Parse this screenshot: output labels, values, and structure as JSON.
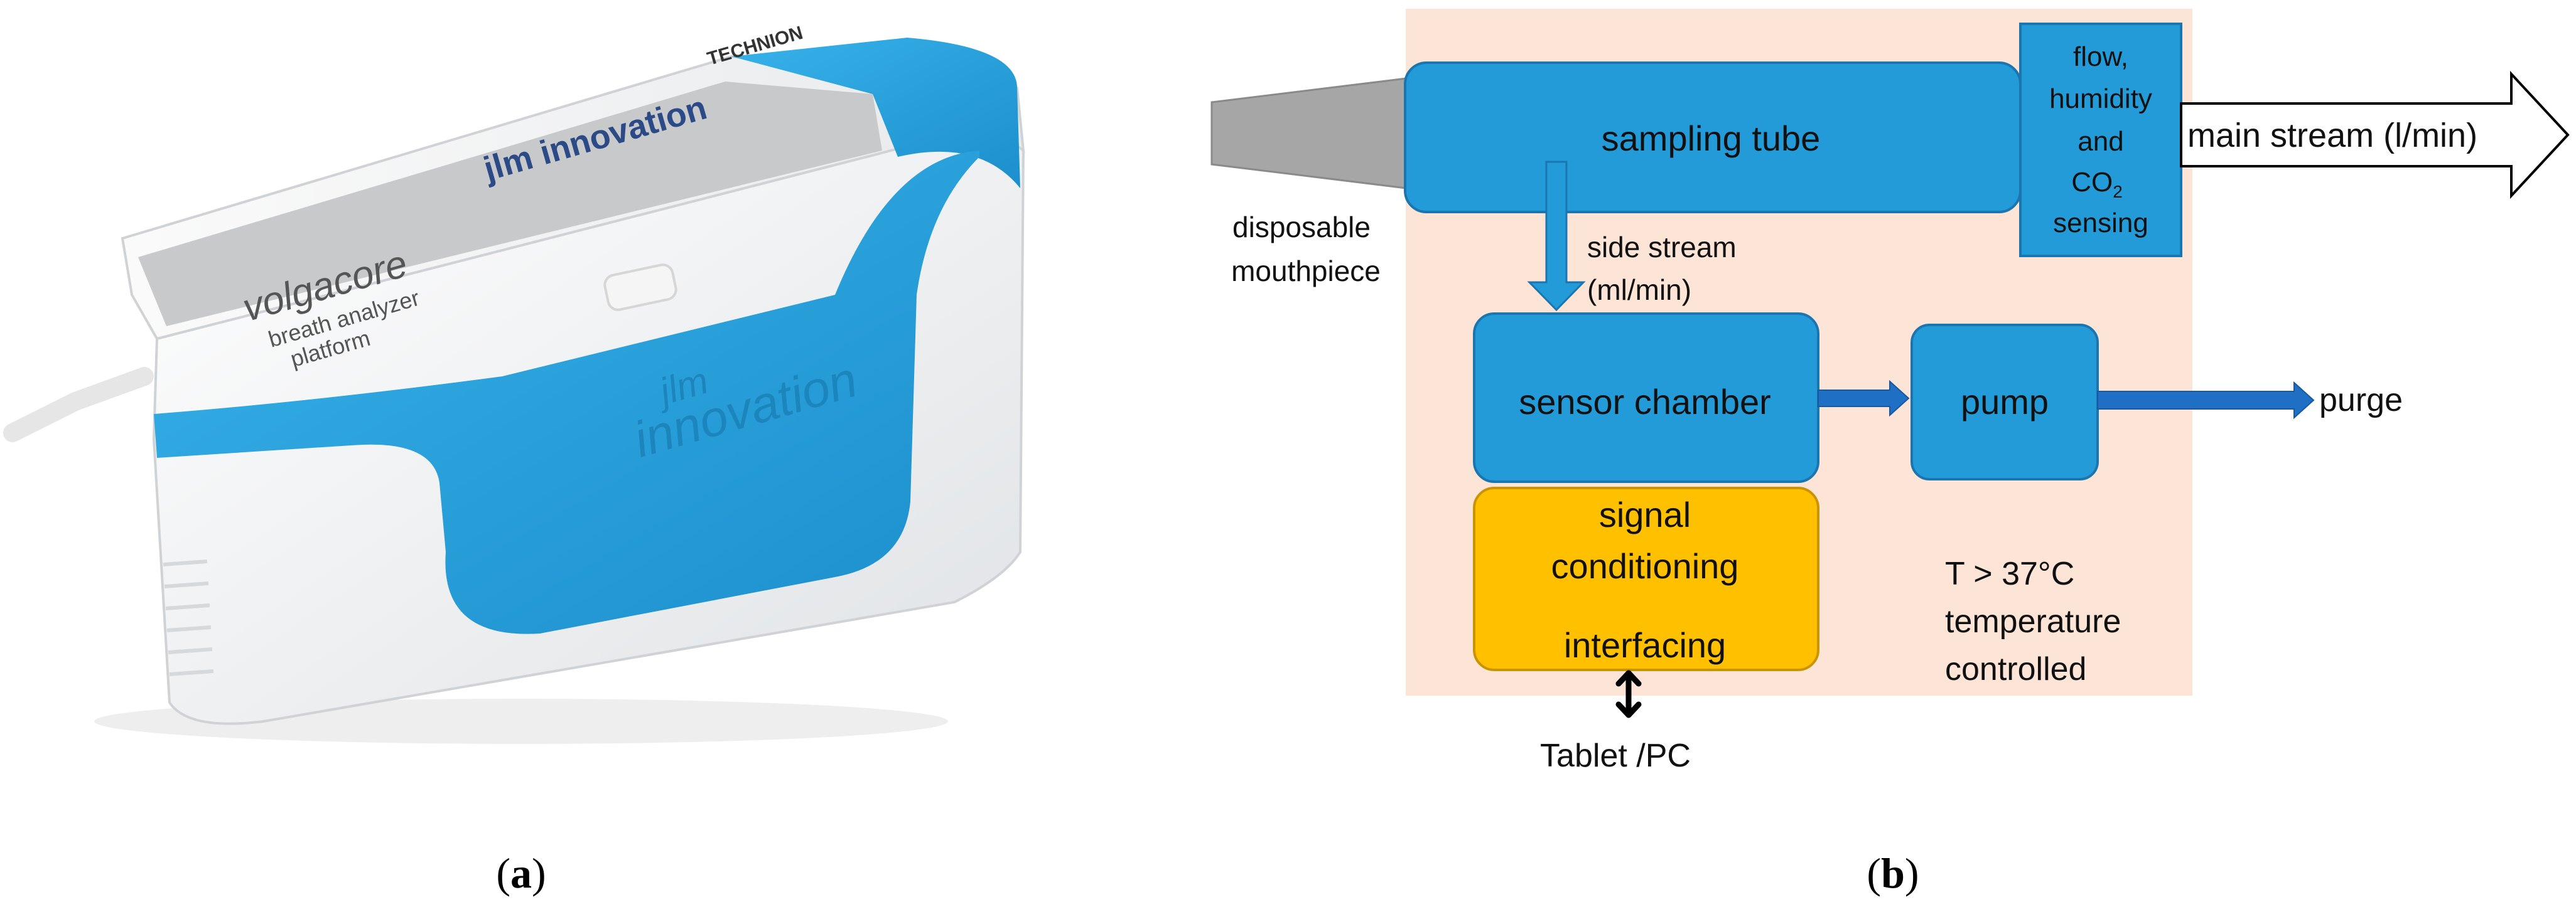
{
  "panel_a": {
    "caption_open": "(",
    "caption_letter": "a",
    "caption_close": ")",
    "device": {
      "brand": "volgacore",
      "tagline_line1": "breath analyzer",
      "tagline_line2": "platform",
      "maker": "jlm innovation",
      "institute": "TECHNION",
      "embossed_line1": "jlm",
      "embossed_line2": "innovation",
      "body_color": "#f3f4f5",
      "accent_color": "#2a9fd8",
      "label_color": "#c8c9cb"
    }
  },
  "panel_b": {
    "caption_open": "(",
    "caption_letter": "b",
    "caption_close": ")",
    "colors": {
      "controlled_zone": "#fce4d6",
      "block_blue": "#229bd8",
      "block_border": "#1b76b0",
      "signal_block": "#ffc000",
      "signal_border": "#c99400",
      "mouthpiece": "#a6a6a6",
      "arrow_blue": "#1f6fc5"
    },
    "blocks": {
      "sampling_tube": "sampling tube",
      "sensing_line1": "flow,",
      "sensing_line2": "humidity",
      "sensing_line3": "and",
      "sensing_co": "CO",
      "sensing_sub": "2",
      "sensing_line5": "sensing",
      "sensor_chamber": "sensor chamber",
      "pump": "pump",
      "signal_line1": "signal",
      "signal_line2": "conditioning",
      "signal_line3": "interfacing"
    },
    "labels": {
      "mouthpiece_line1": "disposable",
      "mouthpiece_line2": "mouthpiece",
      "main_stream": "main stream (l/min)",
      "side_stream_line1": "side stream",
      "side_stream_line2": "(ml/min)",
      "purge": "purge",
      "temp_line1": "T > 37°C",
      "temp_line2": "temperature",
      "temp_line3": "controlled",
      "tablet": "Tablet /PC"
    }
  }
}
